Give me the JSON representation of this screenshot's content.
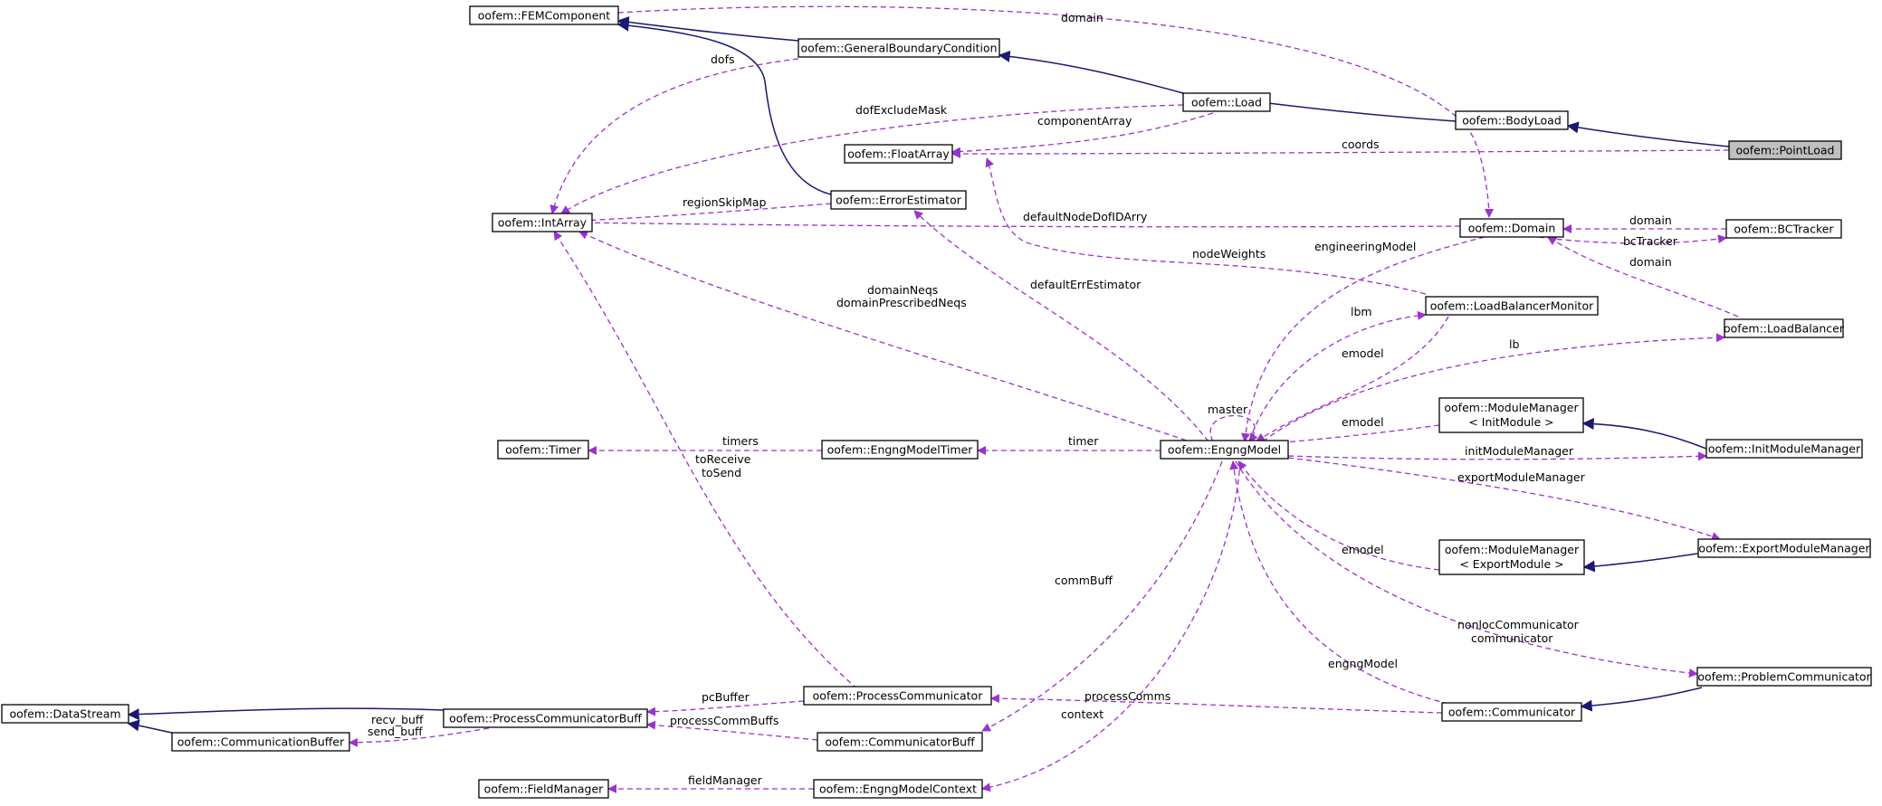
{
  "nodes": {
    "femcomponent": "oofem::FEMComponent",
    "general_bc": "oofem::GeneralBoundaryCondition",
    "load": "oofem::Load",
    "bodyload": "oofem::BodyLoad",
    "pointload": "oofem::PointLoad",
    "floatarray": "oofem::FloatArray",
    "intarray": "oofem::IntArray",
    "errorestimator": "oofem::ErrorEstimator",
    "domain": "oofem::Domain",
    "bctracker": "oofem::BCTracker",
    "loadbalancermonitor": "oofem::LoadBalancerMonitor",
    "loadbalancer": "oofem::LoadBalancer",
    "modmgr_init_line1": "oofem::ModuleManager",
    "modmgr_init_line2": "< InitModule >",
    "timer": "oofem::Timer",
    "engngmodeltimer": "oofem::EngngModelTimer",
    "engngmodel": "oofem::EngngModel",
    "initmodulemanager": "oofem::InitModuleManager",
    "exportmodulemanager": "oofem::ExportModuleManager",
    "modmgr_export_line1": "oofem::ModuleManager",
    "modmgr_export_line2": "< ExportModule >",
    "problemcommunicator": "oofem::ProblemCommunicator",
    "datastream": "oofem::DataStream",
    "processcommbuff": "oofem::ProcessCommunicatorBuff",
    "processcommunicator": "oofem::ProcessCommunicator",
    "communicator": "oofem::Communicator",
    "communicationbuffer": "oofem::CommunicationBuffer",
    "communicatorbuff": "oofem::CommunicatorBuff",
    "fieldmanager": "oofem::FieldManager",
    "engngmodelcontext": "oofem::EngngModelContext"
  },
  "labels": {
    "domain_top": "domain",
    "dofs": "dofs",
    "dofexcludemask": "dofExcludeMask",
    "componentarray": "componentArray",
    "coords": "coords",
    "regionskipmap": "regionSkipMap",
    "defaultnodedofidarry": "defaultNodeDofIDArry",
    "domain_bct": "domain",
    "bctracker": "bcTracker",
    "domain_lb": "domain",
    "nodeweights": "nodeWeights",
    "engineeringmodel": "engineeringModel",
    "defaulterrestimator": "defaultErrEstimator",
    "domainneqs": "domainNeqs",
    "domainprescribedneqs": "domainPrescribedNeqs",
    "lbm": "lbm",
    "lb": "lb",
    "emodel_lbm": "emodel",
    "master": "master",
    "emodel_init": "emodel",
    "timers": "timers",
    "timer": "timer",
    "toreceive": "toReceive",
    "tosend": "toSend",
    "initmodulemanager": "initModuleManager",
    "exportmodulemanager": "exportModuleManager",
    "emodel_export": "emodel",
    "commbuff": "commBuff",
    "nonloccommunicator": "nonlocCommunicator",
    "communicator": "communicator",
    "engngmodel": "engngModel",
    "pcbuffer": "pcBuffer",
    "processcomms": "processComms",
    "recv_buff": "recv_buff",
    "send_buff": "send_buff",
    "processcommbuffs": "processCommBuffs",
    "context": "context",
    "fieldmanager": "fieldManager"
  },
  "colors": {
    "association_edge": "#9a32cd",
    "inheritance_edge": "#191970",
    "highlight_fill": "#bfbfbf"
  }
}
